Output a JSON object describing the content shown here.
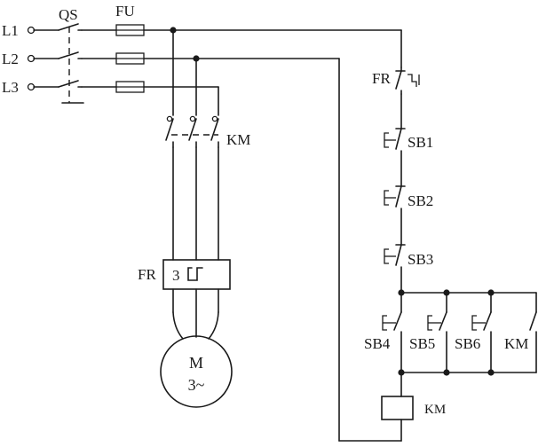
{
  "labels": {
    "qs": "QS",
    "fu": "FU",
    "l1": "L1",
    "l2": "L2",
    "l3": "L3",
    "km_main": "KM",
    "fr_block": "FR",
    "fr_block_count": "3",
    "fr_contact": "FR",
    "sb1": "SB1",
    "sb2": "SB2",
    "sb3": "SB3",
    "sb4": "SB4",
    "sb5": "SB5",
    "sb6": "SB6",
    "km_aux": "KM",
    "motor_m": "M",
    "motor_phase": "3~",
    "km_coil": "KM"
  }
}
